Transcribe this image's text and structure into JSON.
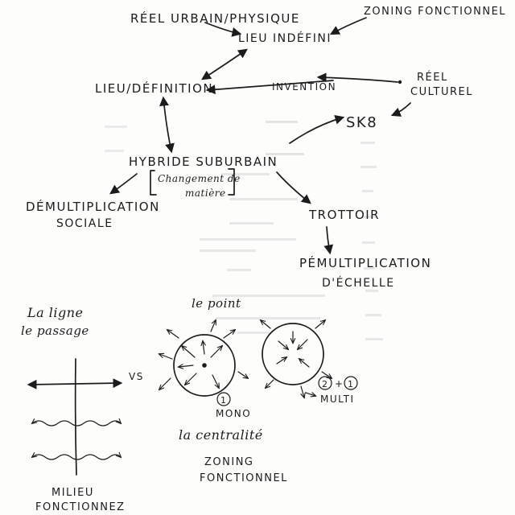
{
  "nodes": {
    "reel_urbain": "RÉEL URBAIN/PHYSIQUE",
    "zoning_top": "ZONING FONCTIONNEL",
    "lieu_indefini": "LIEU INDÉFINI",
    "lieu_definition": "LIEU/DÉFINITION",
    "invention": "INVENTION",
    "reel_culturel_1": "RÉEL",
    "reel_culturel_2": "CULTUREL",
    "sk8": "SK8",
    "hybride": "HYBRIDE SUBURBAIN",
    "changement_1": "Changement de",
    "changement_2": "matière",
    "demultiplication_1": "DÉMULTIPLICATION",
    "demultiplication_2": "SOCIALE",
    "trottoir": "TROTTOIR",
    "pem_1": "PÉMULTIPLICATION",
    "pem_2": "D'ÉCHELLE"
  },
  "bottom": {
    "la_ligne": "La ligne",
    "le_passage": "le passage",
    "le_point": "le point",
    "vs": "VS",
    "mono_num": "1",
    "mono": "MONO",
    "multi_num_a": "2",
    "multi_plus": "+",
    "multi_num_b": "1",
    "multi": "MULTI",
    "centralite": "la centralité",
    "zoning_1": "ZONING",
    "zoning_2": "FONCTIONNEL",
    "milieu_1": "MILIEU",
    "milieu_2": "FONCTIONNEZ"
  },
  "colors": {
    "ink": "#1c1c1c",
    "paper": "#fdfdfc",
    "bleed": "#c9c9c9"
  }
}
